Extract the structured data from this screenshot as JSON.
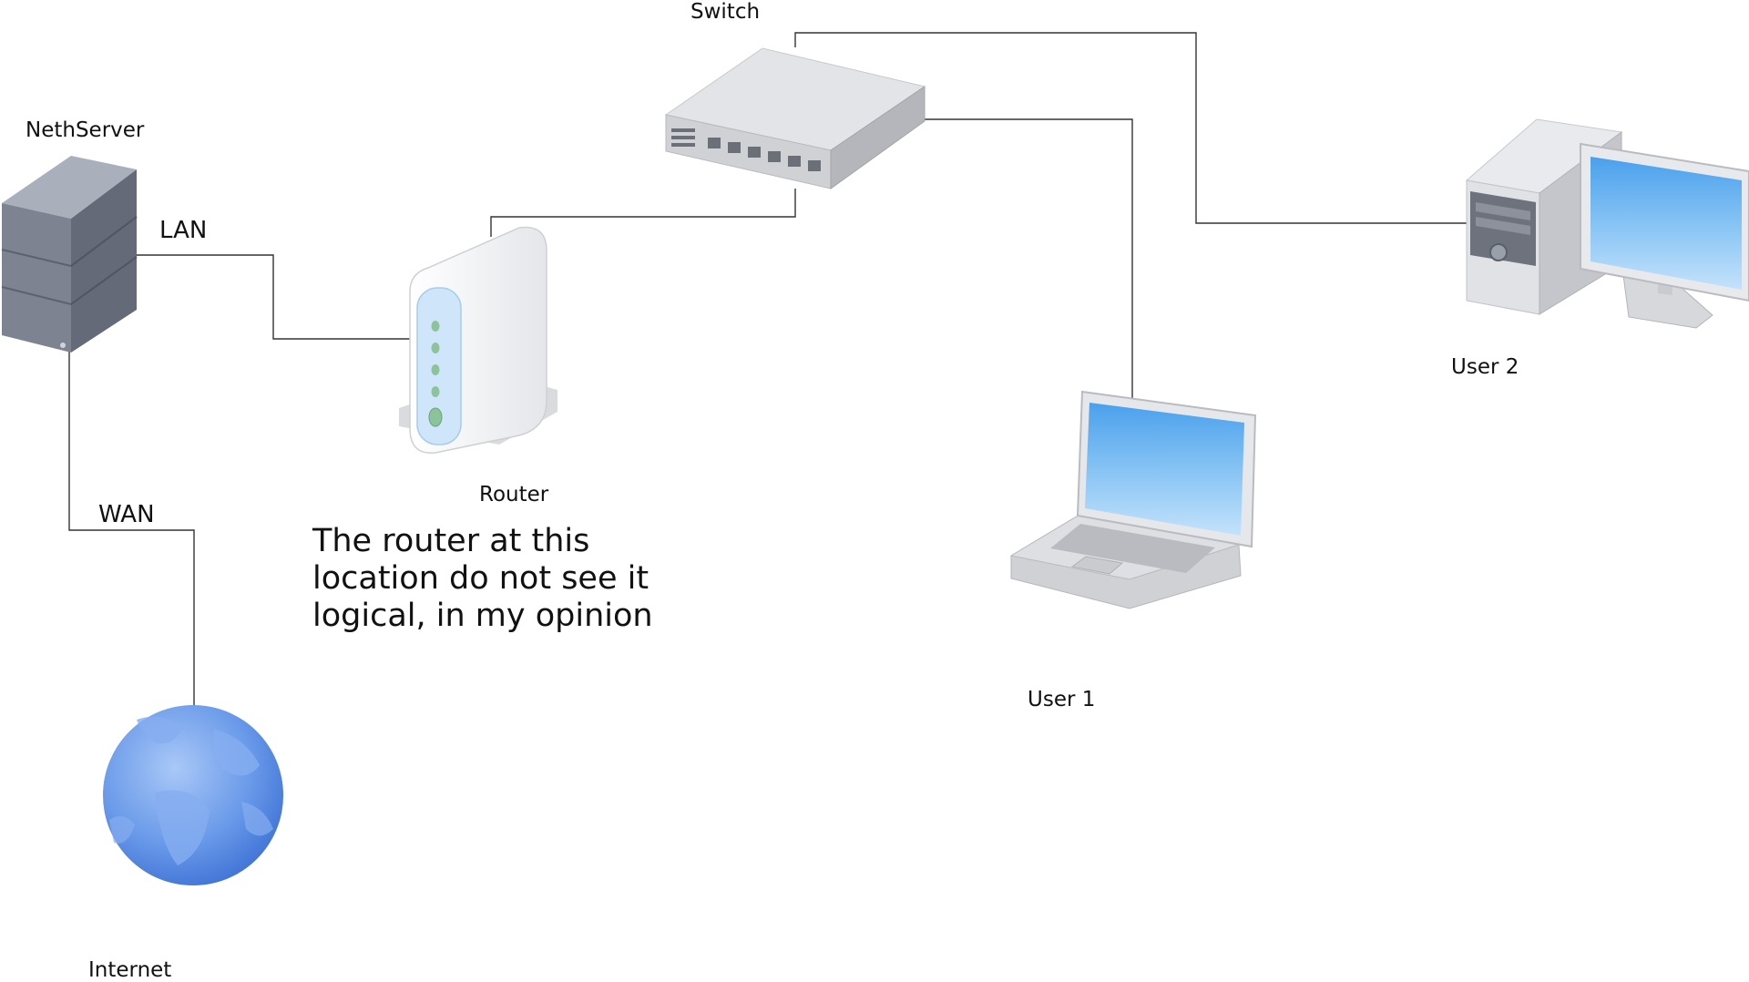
{
  "nodes": {
    "server": {
      "label": "NethServer",
      "icon": "server-tower-icon"
    },
    "router": {
      "label": "Router",
      "icon": "wireless-router-icon"
    },
    "switch": {
      "label": "Switch",
      "icon": "network-switch-icon"
    },
    "laptop": {
      "label": "User 1",
      "icon": "laptop-icon"
    },
    "desktop": {
      "label": "User 2",
      "icon": "desktop-computer-icon"
    },
    "internet": {
      "label": "Internet",
      "icon": "globe-icon"
    }
  },
  "links": {
    "lan": {
      "label": "LAN",
      "from": "NethServer",
      "to": "Router"
    },
    "wan": {
      "label": "WAN",
      "from": "NethServer",
      "to": "Internet"
    },
    "router_switch": {
      "from": "Router",
      "to": "Switch"
    },
    "switch_user1": {
      "from": "Switch",
      "to": "User 1"
    },
    "switch_user2": {
      "from": "Switch",
      "to": "User 2"
    }
  },
  "annotation": {
    "text": "The router at this location do not see it logical, in my opinion"
  },
  "colors": {
    "line": "#333333",
    "screen_blue": "#6fb3ee",
    "globe_blue": "#5b91e8",
    "server_gray": "#767c8a"
  }
}
